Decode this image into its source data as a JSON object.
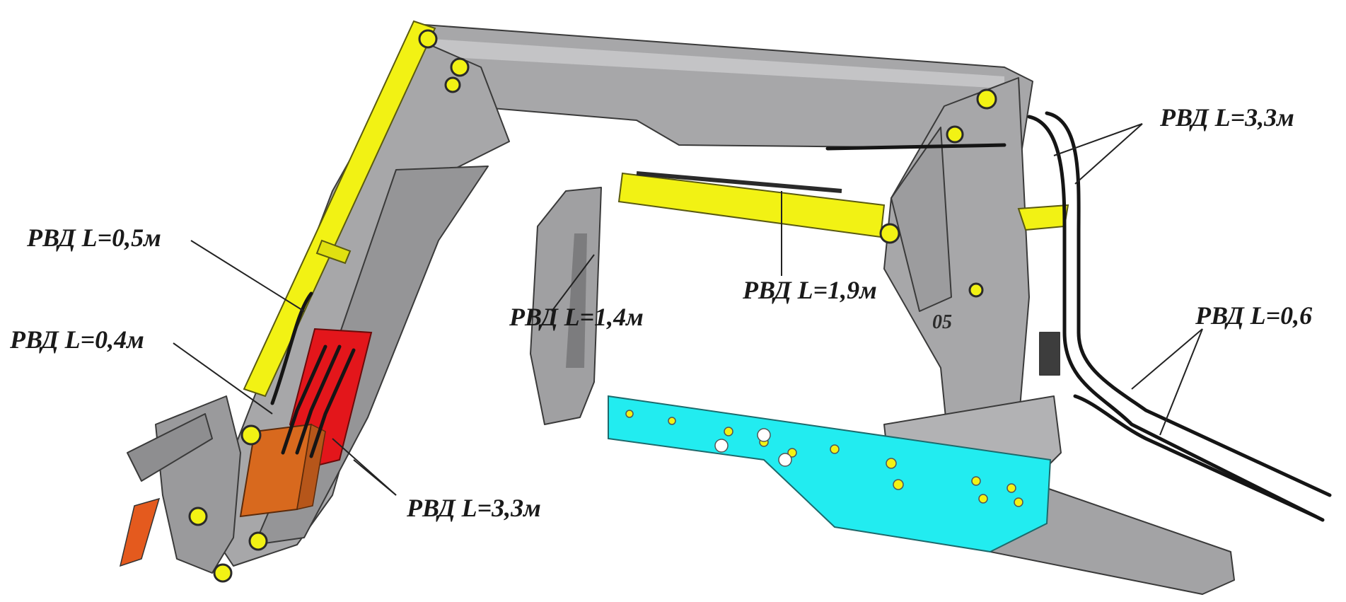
{
  "labels": {
    "hose_top_right": "РВД L=3,3м",
    "hose_upper_left": "РВД L=0,5м",
    "hose_center": "РВД L=1,9м",
    "hose_mid_left": "РВД L=1,4м",
    "hose_right": "РВД L=0,6",
    "hose_left": "РВД L=0,4м",
    "hose_bottom": "РВД L=3,3м"
  },
  "part_mark": "05",
  "colors": {
    "frame": "#a7a7a9",
    "frame_dark": "#8e8e90",
    "frame_light": "#c4c4c6",
    "cylinder": "#f2f214",
    "bracket": "#22ecf0",
    "valve_block": "#d8691e",
    "valve_panel": "#e3161b",
    "hose": "#151515"
  },
  "icons": [
    "loader-frame",
    "hydraulic-cylinder",
    "hydraulic-hose",
    "mounting-bracket",
    "valve-block"
  ]
}
